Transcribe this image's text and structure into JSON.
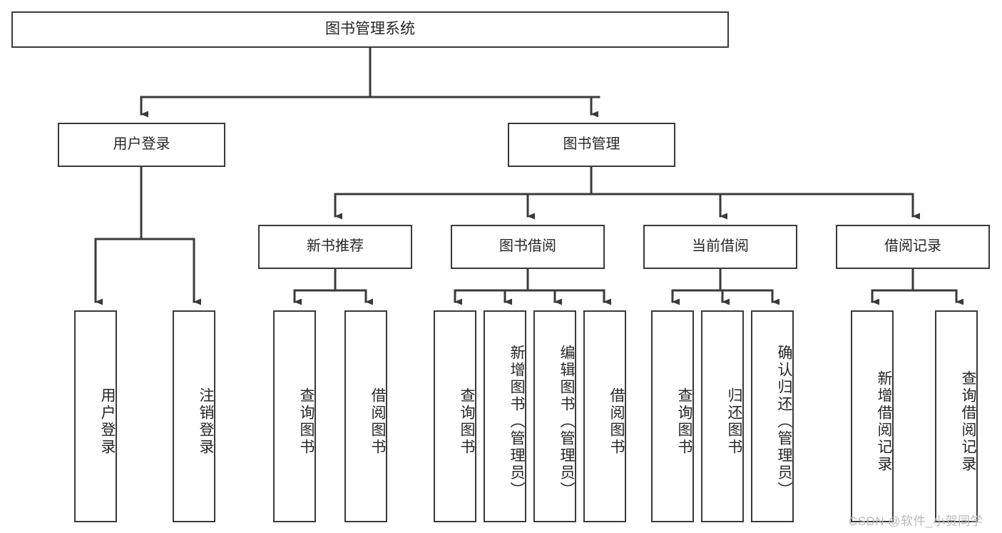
{
  "diagram": {
    "title": "图书管理系统",
    "type": "tree-hierarchy-chart",
    "colors": {
      "box_border": "#3a3a3a",
      "box_fill": "#ffffff",
      "connector": "#3a3a3a",
      "text": "#262626",
      "watermark": "#b9b9b9",
      "background": "#ffffff"
    },
    "root": {
      "label": "图书管理系统"
    },
    "level2": [
      {
        "label": "用户登录"
      },
      {
        "label": "图书管理"
      }
    ],
    "level3": [
      {
        "label": "新书推荐"
      },
      {
        "label": "图书借阅"
      },
      {
        "label": "当前借阅"
      },
      {
        "label": "借阅记录"
      }
    ],
    "leaves": {
      "user_login": [
        {
          "label": "用户登录"
        },
        {
          "label": "注销登录"
        }
      ],
      "new_book_recommend": [
        {
          "label": "查询图书"
        },
        {
          "label": "借阅图书"
        }
      ],
      "book_borrow": [
        {
          "label": "查询图书"
        },
        {
          "label": "新增图书（管理员）"
        },
        {
          "label": "编辑图书（管理员）"
        },
        {
          "label": "借阅图书"
        }
      ],
      "current_borrow": [
        {
          "label": "查询图书"
        },
        {
          "label": "归还图书"
        },
        {
          "label": "确认归还（管理员）"
        }
      ],
      "borrow_record": [
        {
          "label": "新增借阅记录"
        },
        {
          "label": "查询借阅记录"
        }
      ]
    }
  },
  "watermark": {
    "text": "CSDN @软件_小贺同学"
  }
}
